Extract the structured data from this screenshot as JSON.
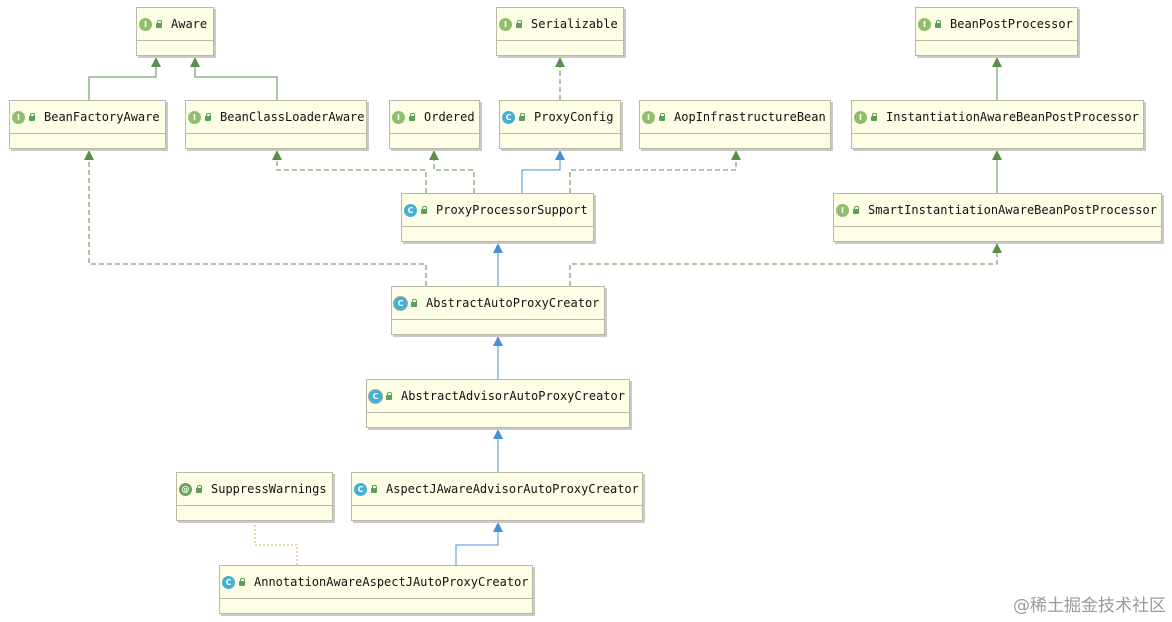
{
  "colors": {
    "box_fill": "#fefee6",
    "box_border": "#b9b9a5",
    "extends_arrow": "#4a90d9",
    "implements_arrow": "#5a8f4a",
    "annotation_link": "#d9b060",
    "interface_badge": "#8fbf6a",
    "class_badge": "#45b0d6",
    "annotation_badge": "#6ba55a"
  },
  "nodes": [
    {
      "id": "aware",
      "name": "Aware",
      "kind": "interface",
      "badge": "I"
    },
    {
      "id": "serializable",
      "name": "Serializable",
      "kind": "interface",
      "badge": "I"
    },
    {
      "id": "bpp",
      "name": "BeanPostProcessor",
      "kind": "interface",
      "badge": "I"
    },
    {
      "id": "bfa",
      "name": "BeanFactoryAware",
      "kind": "interface",
      "badge": "I"
    },
    {
      "id": "bcla",
      "name": "BeanClassLoaderAware",
      "kind": "interface",
      "badge": "I"
    },
    {
      "id": "ordered",
      "name": "Ordered",
      "kind": "interface",
      "badge": "I"
    },
    {
      "id": "proxyconfig",
      "name": "ProxyConfig",
      "kind": "class",
      "badge": "C"
    },
    {
      "id": "aib",
      "name": "AopInfrastructureBean",
      "kind": "interface",
      "badge": "I"
    },
    {
      "id": "iabpp",
      "name": "InstantiationAwareBeanPostProcessor",
      "kind": "interface",
      "badge": "I"
    },
    {
      "id": "pps",
      "name": "ProxyProcessorSupport",
      "kind": "class",
      "badge": "C"
    },
    {
      "id": "siabpp",
      "name": "SmartInstantiationAwareBeanPostProcessor",
      "kind": "interface",
      "badge": "I"
    },
    {
      "id": "aapc",
      "name": "AbstractAutoProxyCreator",
      "kind": "abstract",
      "badge": "C"
    },
    {
      "id": "aaapc",
      "name": "AbstractAdvisorAutoProxyCreator",
      "kind": "abstract",
      "badge": "C"
    },
    {
      "id": "sw",
      "name": "SuppressWarnings",
      "kind": "annotation",
      "badge": "@"
    },
    {
      "id": "ajaaapc",
      "name": "AspectJAwareAdvisorAutoProxyCreator",
      "kind": "class",
      "badge": "C"
    },
    {
      "id": "aaajapc",
      "name": "AnnotationAwareAspectJAutoProxyCreator",
      "kind": "class",
      "badge": "C"
    }
  ],
  "edges": [
    {
      "from": "bfa",
      "to": "aware",
      "type": "extends-interface"
    },
    {
      "from": "bcla",
      "to": "aware",
      "type": "extends-interface"
    },
    {
      "from": "proxyconfig",
      "to": "serializable",
      "type": "implements"
    },
    {
      "from": "iabpp",
      "to": "bpp",
      "type": "extends-interface"
    },
    {
      "from": "siabpp",
      "to": "iabpp",
      "type": "extends-interface"
    },
    {
      "from": "pps",
      "to": "bcla",
      "type": "implements"
    },
    {
      "from": "pps",
      "to": "ordered",
      "type": "implements"
    },
    {
      "from": "pps",
      "to": "proxyconfig",
      "type": "extends"
    },
    {
      "from": "pps",
      "to": "aib",
      "type": "implements"
    },
    {
      "from": "aapc",
      "to": "pps",
      "type": "extends"
    },
    {
      "from": "aapc",
      "to": "bfa",
      "type": "implements"
    },
    {
      "from": "aapc",
      "to": "siabpp",
      "type": "implements"
    },
    {
      "from": "aaapc",
      "to": "aapc",
      "type": "extends"
    },
    {
      "from": "ajaaapc",
      "to": "aaapc",
      "type": "extends"
    },
    {
      "from": "aaajapc",
      "to": "ajaaapc",
      "type": "extends"
    },
    {
      "from": "aaajapc",
      "to": "sw",
      "type": "annotated"
    }
  ],
  "watermark": "@稀土掘金技术社区"
}
